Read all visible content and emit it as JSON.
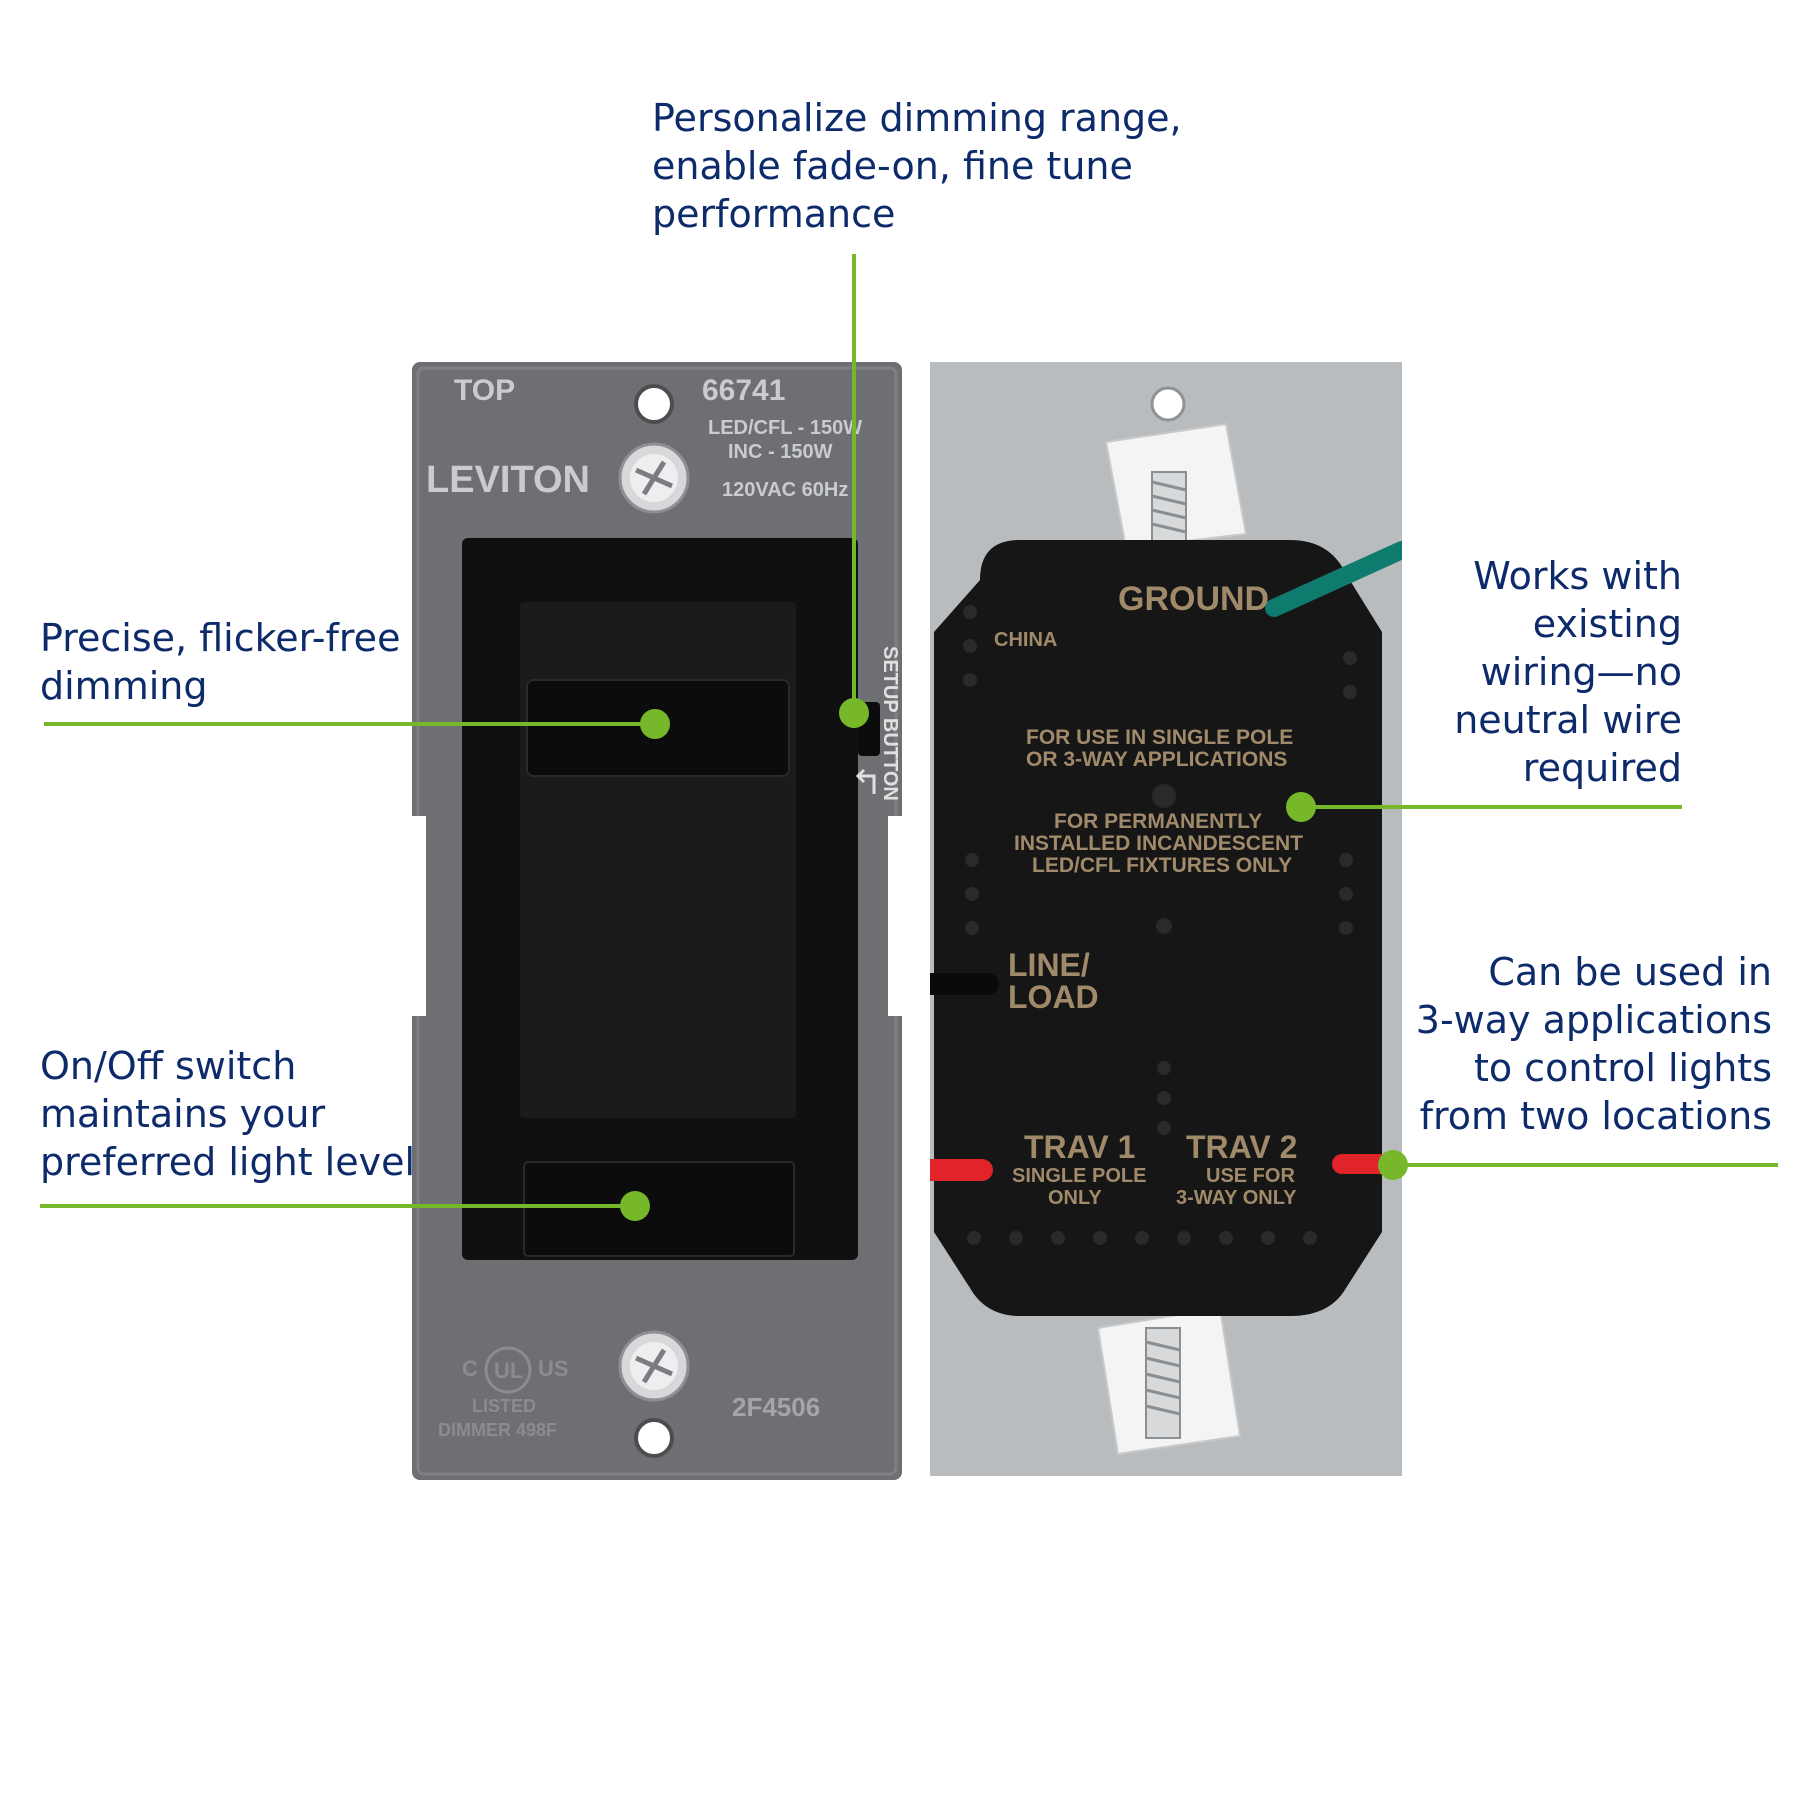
{
  "callouts": {
    "setup": {
      "lines": [
        "Personalize dimming range,",
        "enable fade-on, fine tune",
        "performance"
      ]
    },
    "dimming": {
      "lines": [
        "Precise, flicker-free",
        "dimming"
      ]
    },
    "onoff": {
      "lines": [
        "On/Off switch",
        "maintains your",
        "preferred light level"
      ]
    },
    "wiring": {
      "lines": [
        "Works with",
        "existing",
        "wiring—no",
        "neutral wire",
        "required"
      ]
    },
    "threeway": {
      "lines": [
        "Can be used in",
        "3-way applications",
        "to control lights",
        "from two locations"
      ]
    }
  },
  "front": {
    "top_label": "TOP",
    "model": "66741",
    "rating_1": "LED/CFL - 150W",
    "rating_2": "INC - 150W",
    "voltage": "120VAC 60Hz",
    "brand": "LEVITON",
    "setup_label": "SETUP BUTTON",
    "ul_c": "C",
    "ul_mark": "UL",
    "ul_us": "US",
    "listed_1": "LISTED",
    "listed_2": "DIMMER 498F",
    "code": "2F4506"
  },
  "back": {
    "ground": "GROUND",
    "origin": "CHINA",
    "use_1": "FOR USE IN SINGLE POLE",
    "use_2": "OR 3-WAY APPLICATIONS",
    "perm_1": "FOR PERMANENTLY",
    "perm_2": "INSTALLED INCANDESCENT",
    "perm_3": "LED/CFL FIXTURES ONLY",
    "line_1": "LINE/",
    "line_2": "LOAD",
    "trav1": "TRAV 1",
    "trav1_sub1": "SINGLE POLE",
    "trav1_sub2": "ONLY",
    "trav2": "TRAV 2",
    "trav2_sub1": "USE FOR",
    "trav2_sub2": "3-WAY ONLY"
  },
  "colors": {
    "text": "#0d2a6b",
    "accent": "#76b82a",
    "plate": "#6d6f72",
    "device": "#161616",
    "back_plate": "#b9bcbe",
    "print_gold": "#a08a6a"
  }
}
